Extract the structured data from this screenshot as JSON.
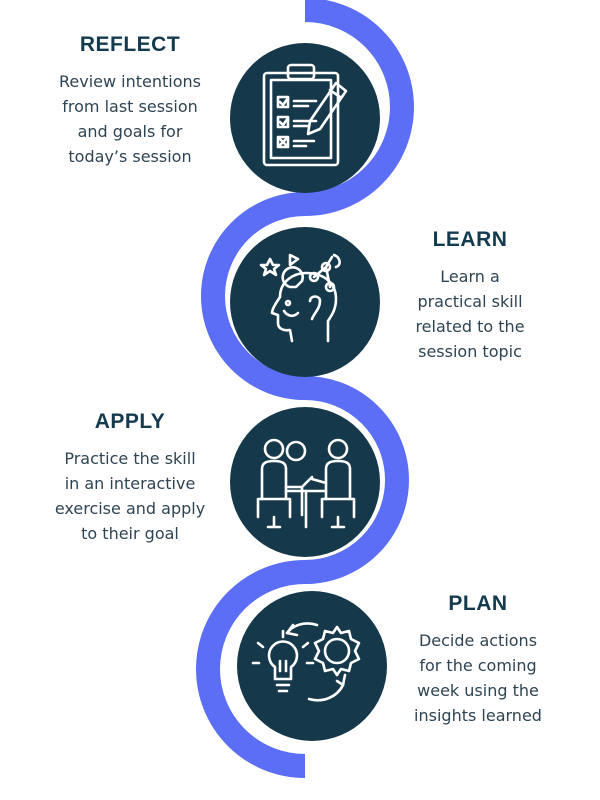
{
  "steps": [
    {
      "heading": "REFLECT",
      "description": [
        "Review intentions",
        "from last session",
        "and goals for",
        "today’s session"
      ],
      "icon": "clipboard-checklist-icon"
    },
    {
      "heading": "LEARN",
      "description": [
        "Learn a",
        "practical skill",
        "related to the",
        "session topic"
      ],
      "icon": "head-ideas-icon"
    },
    {
      "heading": "APPLY",
      "description": [
        "Practice the skill",
        "in an interactive",
        "exercise and apply",
        "to their goal"
      ],
      "icon": "two-people-meeting-icon"
    },
    {
      "heading": "PLAN",
      "description": [
        "Decide actions",
        "for the coming",
        "week using the",
        "insights learned"
      ],
      "icon": "lightbulb-gear-cycle-icon"
    }
  ],
  "colors": {
    "wave": "#5b6ef5",
    "circle": "#15384b",
    "text": "#133a4e",
    "icon_stroke": "#ffffff"
  }
}
